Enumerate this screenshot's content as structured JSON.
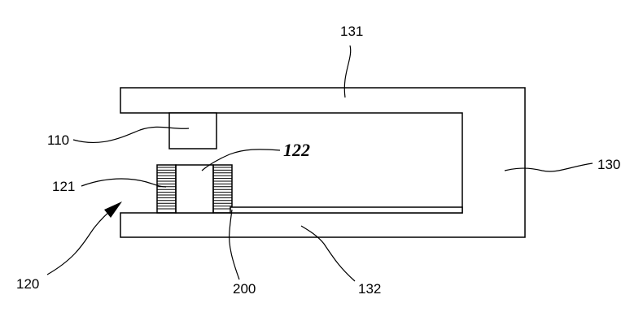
{
  "labels": {
    "l131": "131",
    "l110": "110",
    "l122": "122",
    "l121": "121",
    "l130": "130",
    "l120": "120",
    "l200": "200",
    "l132": "132"
  }
}
